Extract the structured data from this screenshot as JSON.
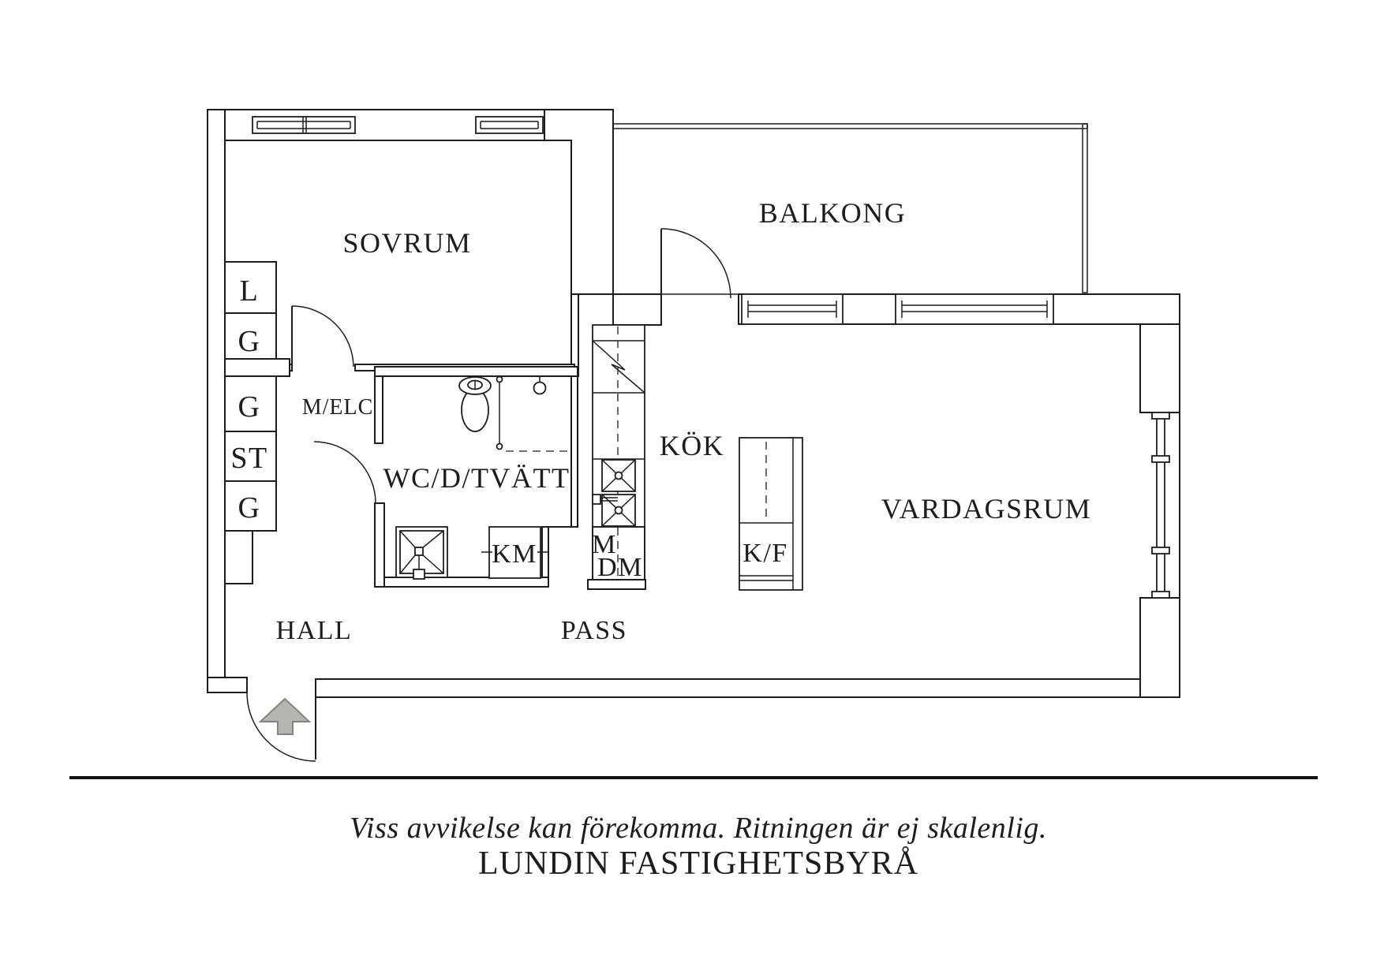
{
  "plan": {
    "rooms": {
      "sovrum": "SOVRUM",
      "balkong": "BALKONG",
      "kok": "KÖK",
      "vardagsrum": "VARDAGSRUM",
      "wc": "WC/D/TVÄTT",
      "hall": "HALL",
      "pass": "PASS"
    },
    "fixtures": {
      "melc": "M/ELC",
      "km": "KM",
      "m": "M",
      "dm": "DM",
      "kf": "K/F"
    },
    "closets": [
      "L",
      "G",
      "G",
      "ST",
      "G"
    ]
  },
  "footer": {
    "disclaimer": "Viss avvikelse kan förekomma. Ritningen är ej skalenlig.",
    "brand": "LUNDIN FASTIGHETSBYRÅ"
  },
  "colors": {
    "line": "#1d1d1d",
    "arrow_fill": "#b5b5b1",
    "arrow_stroke": "#85857f"
  }
}
